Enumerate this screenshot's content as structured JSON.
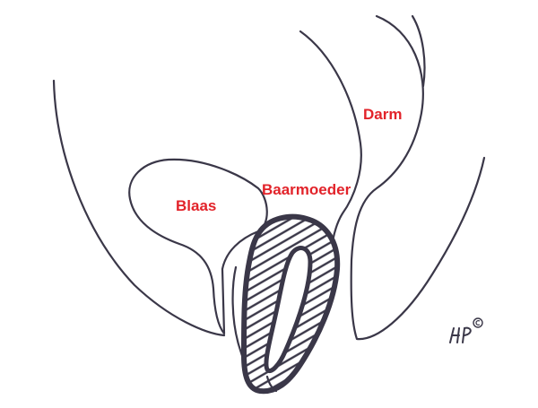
{
  "labels": {
    "bladder": "Blaas",
    "uterus": "Baarmoeder",
    "bowel": "Darm"
  },
  "signature": "HP©",
  "colors": {
    "label": "#e2232a",
    "outline": "#3a3748"
  }
}
